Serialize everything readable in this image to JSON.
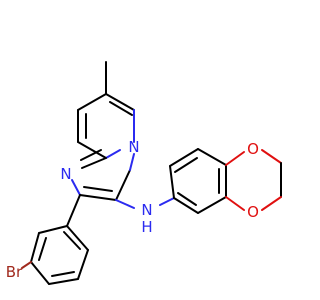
{
  "atoms": {
    "n_imine": "N",
    "n_bridge": "N",
    "nh": "N",
    "h": "H",
    "o_top": "O",
    "o_bottom": "O",
    "br": "Br"
  },
  "colors": {
    "carbon_bond": "#000000",
    "nitrogen": "#2b2bf0",
    "oxygen": "#e01010",
    "bromine": "#a12a1e",
    "background": "#ffffff"
  }
}
